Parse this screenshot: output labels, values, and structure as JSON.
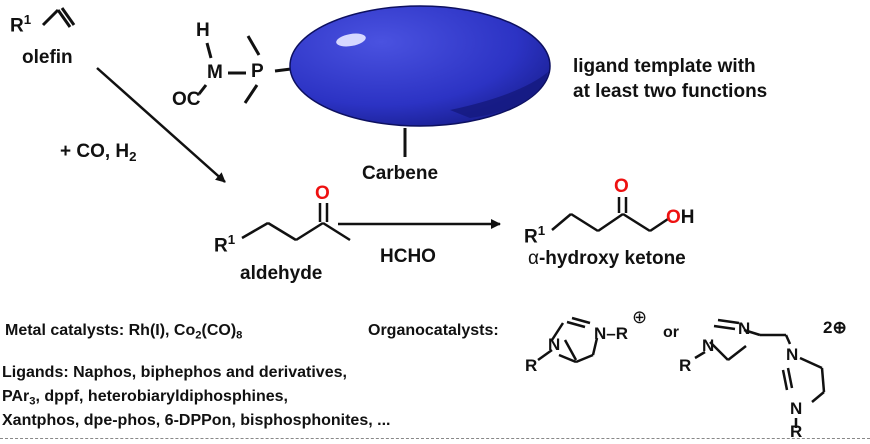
{
  "olefin": {
    "r": "R",
    "sup": "1",
    "label": "olefin"
  },
  "metal": {
    "h": "H",
    "m": "M",
    "p": "P",
    "co": "OC"
  },
  "template_text": {
    "line1": "ligand template with",
    "line2": "at least two functions"
  },
  "carbene_label": "Carbene",
  "reagent": {
    "main": "+ CO, H",
    "sub": "2"
  },
  "aldehyde": {
    "r": "R",
    "sup": "1",
    "o": "O",
    "label": "aldehyde"
  },
  "hcho": "HCHO",
  "ketone": {
    "r": "R",
    "sup": "1",
    "o": "O",
    "oh_o": "O",
    "oh_h": "H",
    "alpha": "α",
    "label_rest": "-hydroxy ketone"
  },
  "metal_catalysts": {
    "text": "Metal catalysts: Rh(I), Co",
    "sub1": "2",
    "mid": "(CO)",
    "sub2": "8"
  },
  "organocatalysts": {
    "label": "Organocatalysts:",
    "or": "or",
    "mol1": {
      "n1": "N",
      "n2": "N",
      "dash": "–R",
      "r": "R",
      "plus": "⊕"
    },
    "mol2": {
      "n1": "N",
      "n2": "N",
      "n3": "N",
      "n4": "N",
      "r1": "R",
      "r2": "R",
      "charge": "2⊕"
    }
  },
  "ligands": {
    "line1": "Ligands: Naphos, biphephos and derivatives,",
    "line2_a": "PAr",
    "line2_sub": "3",
    "line2_b": ", dppf, heterobiaryldiphosphines,",
    "line3": "Xantphos, dpe-phos, 6-DPPon, bisphosphonites, ..."
  },
  "colors": {
    "sphere": "#2c33c4",
    "sphere_dark": "#151a80",
    "oxygen": "#e11111",
    "ink": "#111111"
  }
}
